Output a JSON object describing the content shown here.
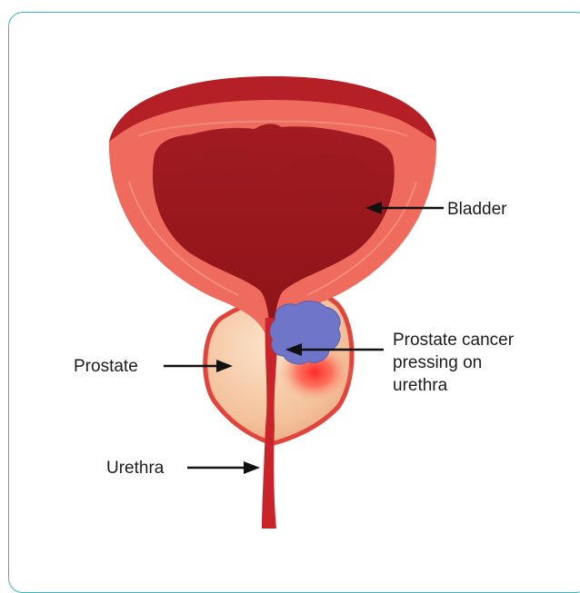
{
  "labels": {
    "bladder": "Bladder",
    "prostate": "Prostate",
    "cancer": "Prostate cancer\npressing on\nurethra",
    "urethra": "Urethra"
  },
  "colors": {
    "frame": "#3bb7c4",
    "bladder_outer": "#ee6b5e",
    "bladder_inner": "#a51d24",
    "rim_dark": "#b42025",
    "prostate_fill": "#f6c8a2",
    "prostate_border": "#e2443c",
    "tumor": "#6f75c8",
    "urethra": "#c9242a"
  }
}
